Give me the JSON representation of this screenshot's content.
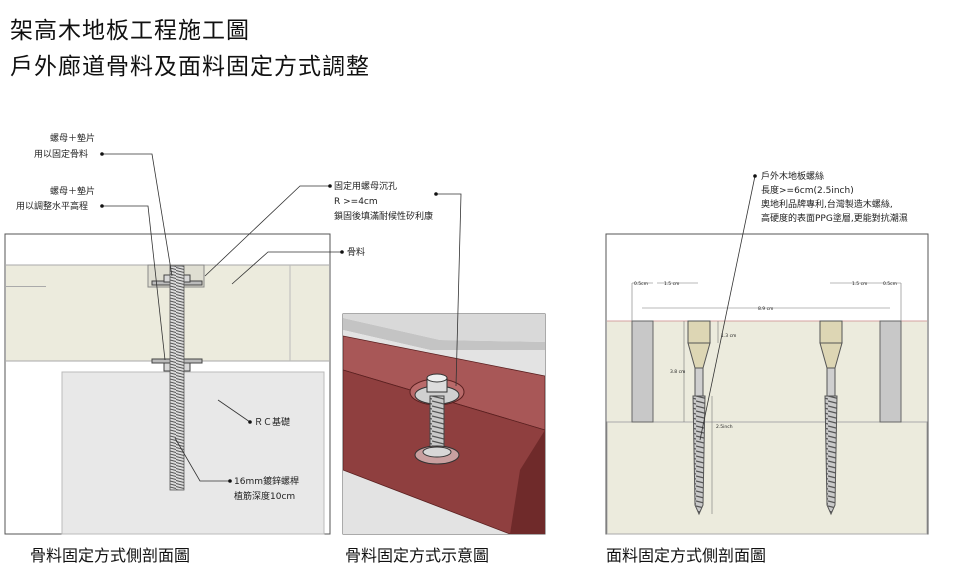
{
  "page": {
    "title_line1": "架高木地板工程施工圖",
    "title_line2": "戶外廊道骨料及面料固定方式調整"
  },
  "panel_left": {
    "caption": "骨料固定方式側剖面圖",
    "labels": {
      "nut_top_1": "螺母＋墊片",
      "nut_top_2": "用以固定骨料",
      "nut_mid_1": "螺母＋墊片",
      "nut_mid_2": "用以調整水平高程",
      "hole_1": "固定用螺母沉孔",
      "hole_2": "R >=4cm",
      "hole_3": "鎖固後填滿耐候性矽利康",
      "joist": "骨料",
      "rc": "ＲＣ基礎",
      "bolt_1": "16mm鍍鋅螺桿",
      "bolt_2": "植筋深度10cm"
    }
  },
  "panel_mid": {
    "caption": "骨料固定方式示意圖"
  },
  "panel_right": {
    "caption": "面料固定方式側剖面圖",
    "labels": {
      "screw_1": "戶外木地板螺絲",
      "screw_2": "長度>=6cm(2.5inch)",
      "screw_3": "奧地利品牌專利,台灣製造木螺絲,",
      "screw_4": "高硬度的表面PPG塗層,更能對抗潮濕"
    },
    "dims": {
      "d05a": "0.5cm",
      "d15a": "1.5 cm",
      "d15b": "1.5 cm",
      "d05b": "0.5cm",
      "d89": "8.9 cm",
      "d13": "1.3 cm",
      "d38": "3.8 cm",
      "d25": "2.5inch"
    }
  },
  "colors": {
    "board": "#ecebdd",
    "concrete": "#e8e8e8",
    "red_wood": "#9e4a4a",
    "grey_post": "#c8c8c8"
  }
}
